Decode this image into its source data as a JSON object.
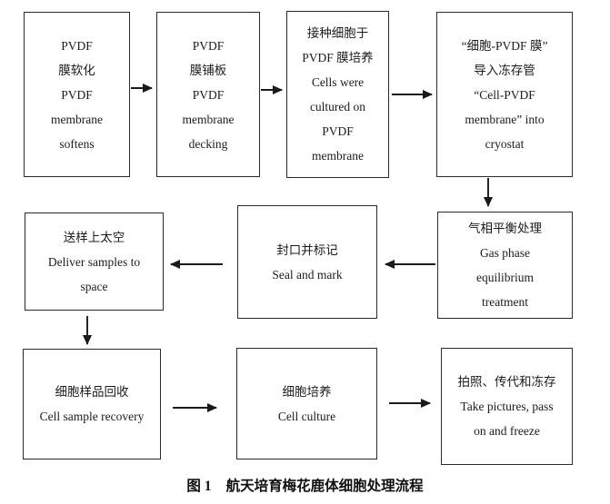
{
  "diagram": {
    "caption": {
      "label": "图 1",
      "title": "航天培育梅花鹿体细胞处理流程"
    },
    "nodes": [
      {
        "id": "pvdf-membrane-softens",
        "text": "PVDF\n膜软化\nPVDF\nmembrane\nsoftens"
      },
      {
        "id": "pvdf-membrane-decking",
        "text": "PVDF\n膜铺板\nPVDF\nmembrane\ndecking"
      },
      {
        "id": "cells-cultured-on-membrane",
        "text": "接种细胞于\nPVDF 膜培养\nCells were\ncultured on\nPVDF\nmembrane"
      },
      {
        "id": "membrane-into-cryostat",
        "text": "“细胞-PVDF 膜”\n导入冻存管\n“Cell-PVDF\nmembrane” into\ncryostat"
      },
      {
        "id": "gas-phase-equilibrium",
        "text": "气相平衡处理\nGas phase\nequilibrium\ntreatment"
      },
      {
        "id": "seal-and-mark",
        "text": "封口并标记\nSeal and mark"
      },
      {
        "id": "deliver-samples-to-space",
        "text": "送样上太空\nDeliver samples to\nspace"
      },
      {
        "id": "cell-sample-recovery",
        "text": "细胞样品回收\nCell sample recovery"
      },
      {
        "id": "cell-culture",
        "text": "细胞培养\nCell culture"
      },
      {
        "id": "take-pictures-pass-freeze",
        "text": "拍照、传代和冻存\nTake pictures, pass\non and freeze"
      }
    ],
    "edges": [
      {
        "from": "pvdf-membrane-softens",
        "to": "pvdf-membrane-decking",
        "direction": "right"
      },
      {
        "from": "pvdf-membrane-decking",
        "to": "cells-cultured-on-membrane",
        "direction": "right"
      },
      {
        "from": "cells-cultured-on-membrane",
        "to": "membrane-into-cryostat",
        "direction": "right"
      },
      {
        "from": "membrane-into-cryostat",
        "to": "gas-phase-equilibrium",
        "direction": "down"
      },
      {
        "from": "gas-phase-equilibrium",
        "to": "seal-and-mark",
        "direction": "left"
      },
      {
        "from": "seal-and-mark",
        "to": "deliver-samples-to-space",
        "direction": "left"
      },
      {
        "from": "deliver-samples-to-space",
        "to": "cell-sample-recovery",
        "direction": "down"
      },
      {
        "from": "cell-sample-recovery",
        "to": "cell-culture",
        "direction": "right"
      },
      {
        "from": "cell-culture",
        "to": "take-pictures-pass-freeze",
        "direction": "right"
      }
    ],
    "colors": {
      "background": "#ffffff",
      "line": "#1a1a1a",
      "text": "#1c1c1c"
    }
  }
}
